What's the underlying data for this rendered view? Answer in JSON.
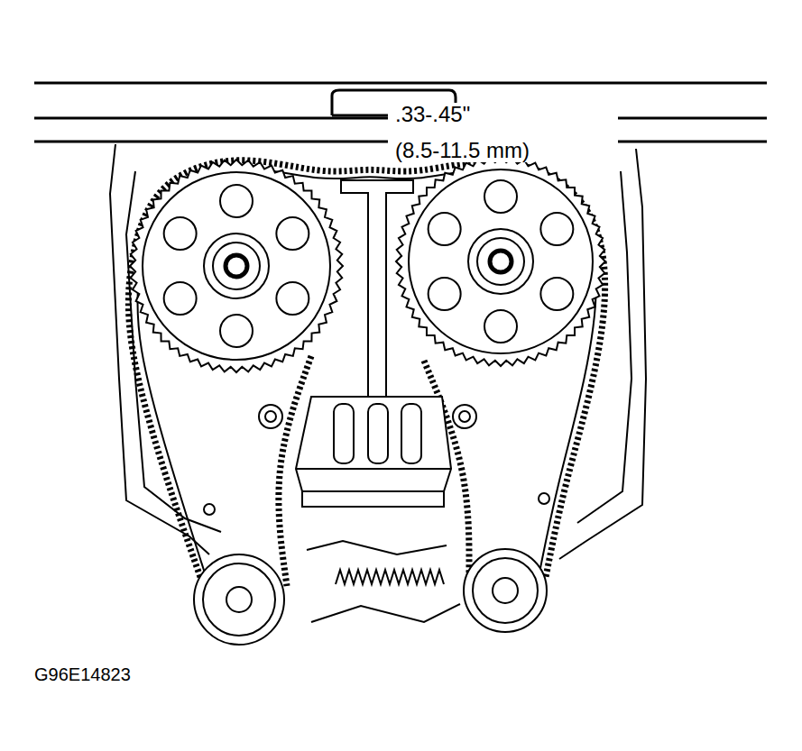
{
  "diagram": {
    "labels": [
      ".33-.45\"",
      "(8.5-11.5 mm)",
      "G96E14823"
    ]
  }
}
